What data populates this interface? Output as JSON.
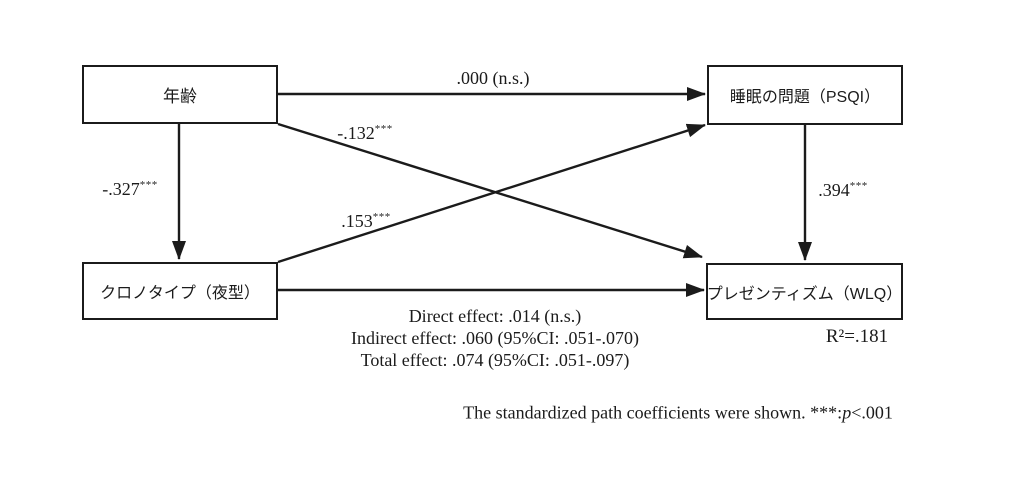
{
  "diagram": {
    "nodes": {
      "age": "年齢",
      "sleep": "睡眠の問題（PSQI）",
      "chronotype": "クロノタイプ（夜型）",
      "presenteeism": "プレゼンティズム（WLQ）"
    },
    "path_labels": {
      "age_to_sleep": ".000 (n.s.)",
      "age_to_chronotype": {
        "value": "-.327",
        "sig": "***"
      },
      "age_to_presenteeism": {
        "value": "-.132",
        "sig": "***"
      },
      "chronotype_to_sleep": {
        "value": ".153",
        "sig": "***"
      },
      "sleep_to_presenteeism": {
        "value": ".394",
        "sig": "***"
      }
    },
    "effects": {
      "direct": "Direct effect: .014 (n.s.)",
      "indirect": "Indirect effect: .060 (95%CI: .051-.070)",
      "total": "Total effect: .074 (95%CI: .051-.097)"
    },
    "r_squared": "R²=.181",
    "note": {
      "prefix": "The standardized path coefficients were shown. ***:",
      "p": "p",
      "suffix": "<.001"
    }
  }
}
